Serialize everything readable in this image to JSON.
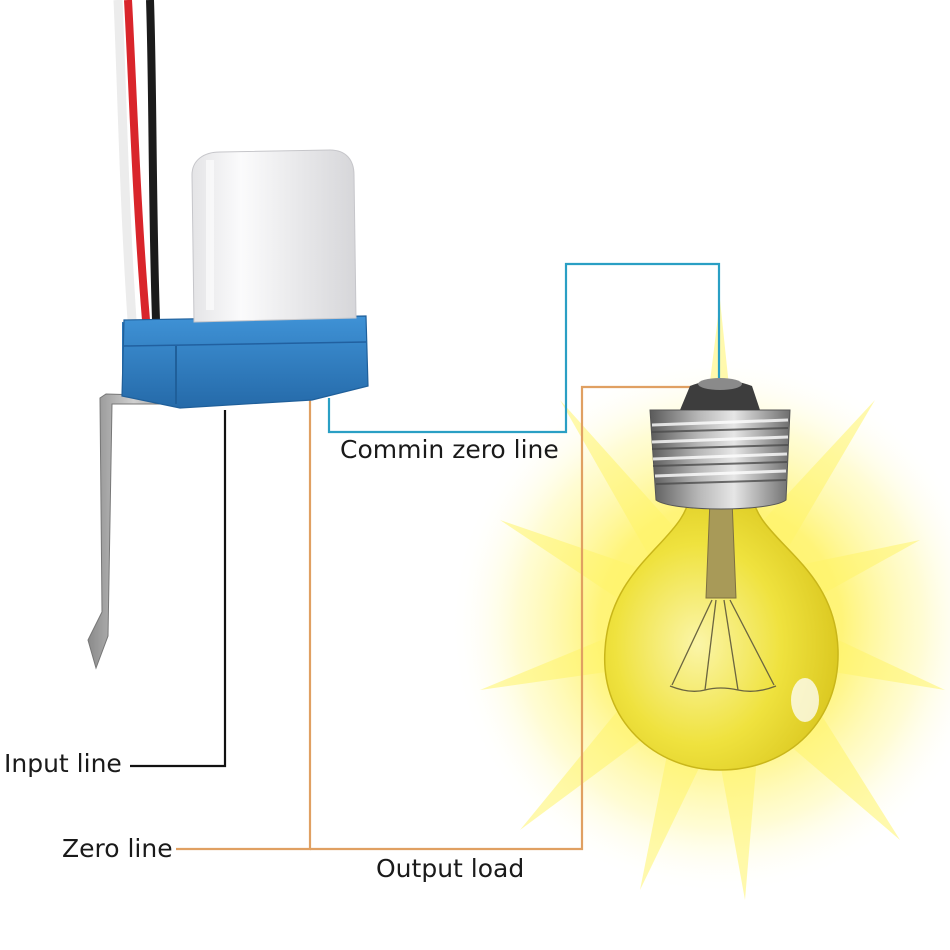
{
  "labels": {
    "commin_zero_line": "Commin zero line",
    "input_line": "Input line",
    "zero_line": "Zero line",
    "output_load": "Output load"
  },
  "colors": {
    "commin_zero_wire": "#2a9fc4",
    "input_wire": "#111111",
    "zero_wire": "#e0a062",
    "sensor_body": "#2f7fc4",
    "sensor_cap": "#f3f3f4",
    "bulb_glass": "#f1e64a",
    "bulb_glow": "#fff36a",
    "bulb_base": "#8e8e8e",
    "lead_red": "#d9252b",
    "lead_black": "#1b1b1b"
  }
}
